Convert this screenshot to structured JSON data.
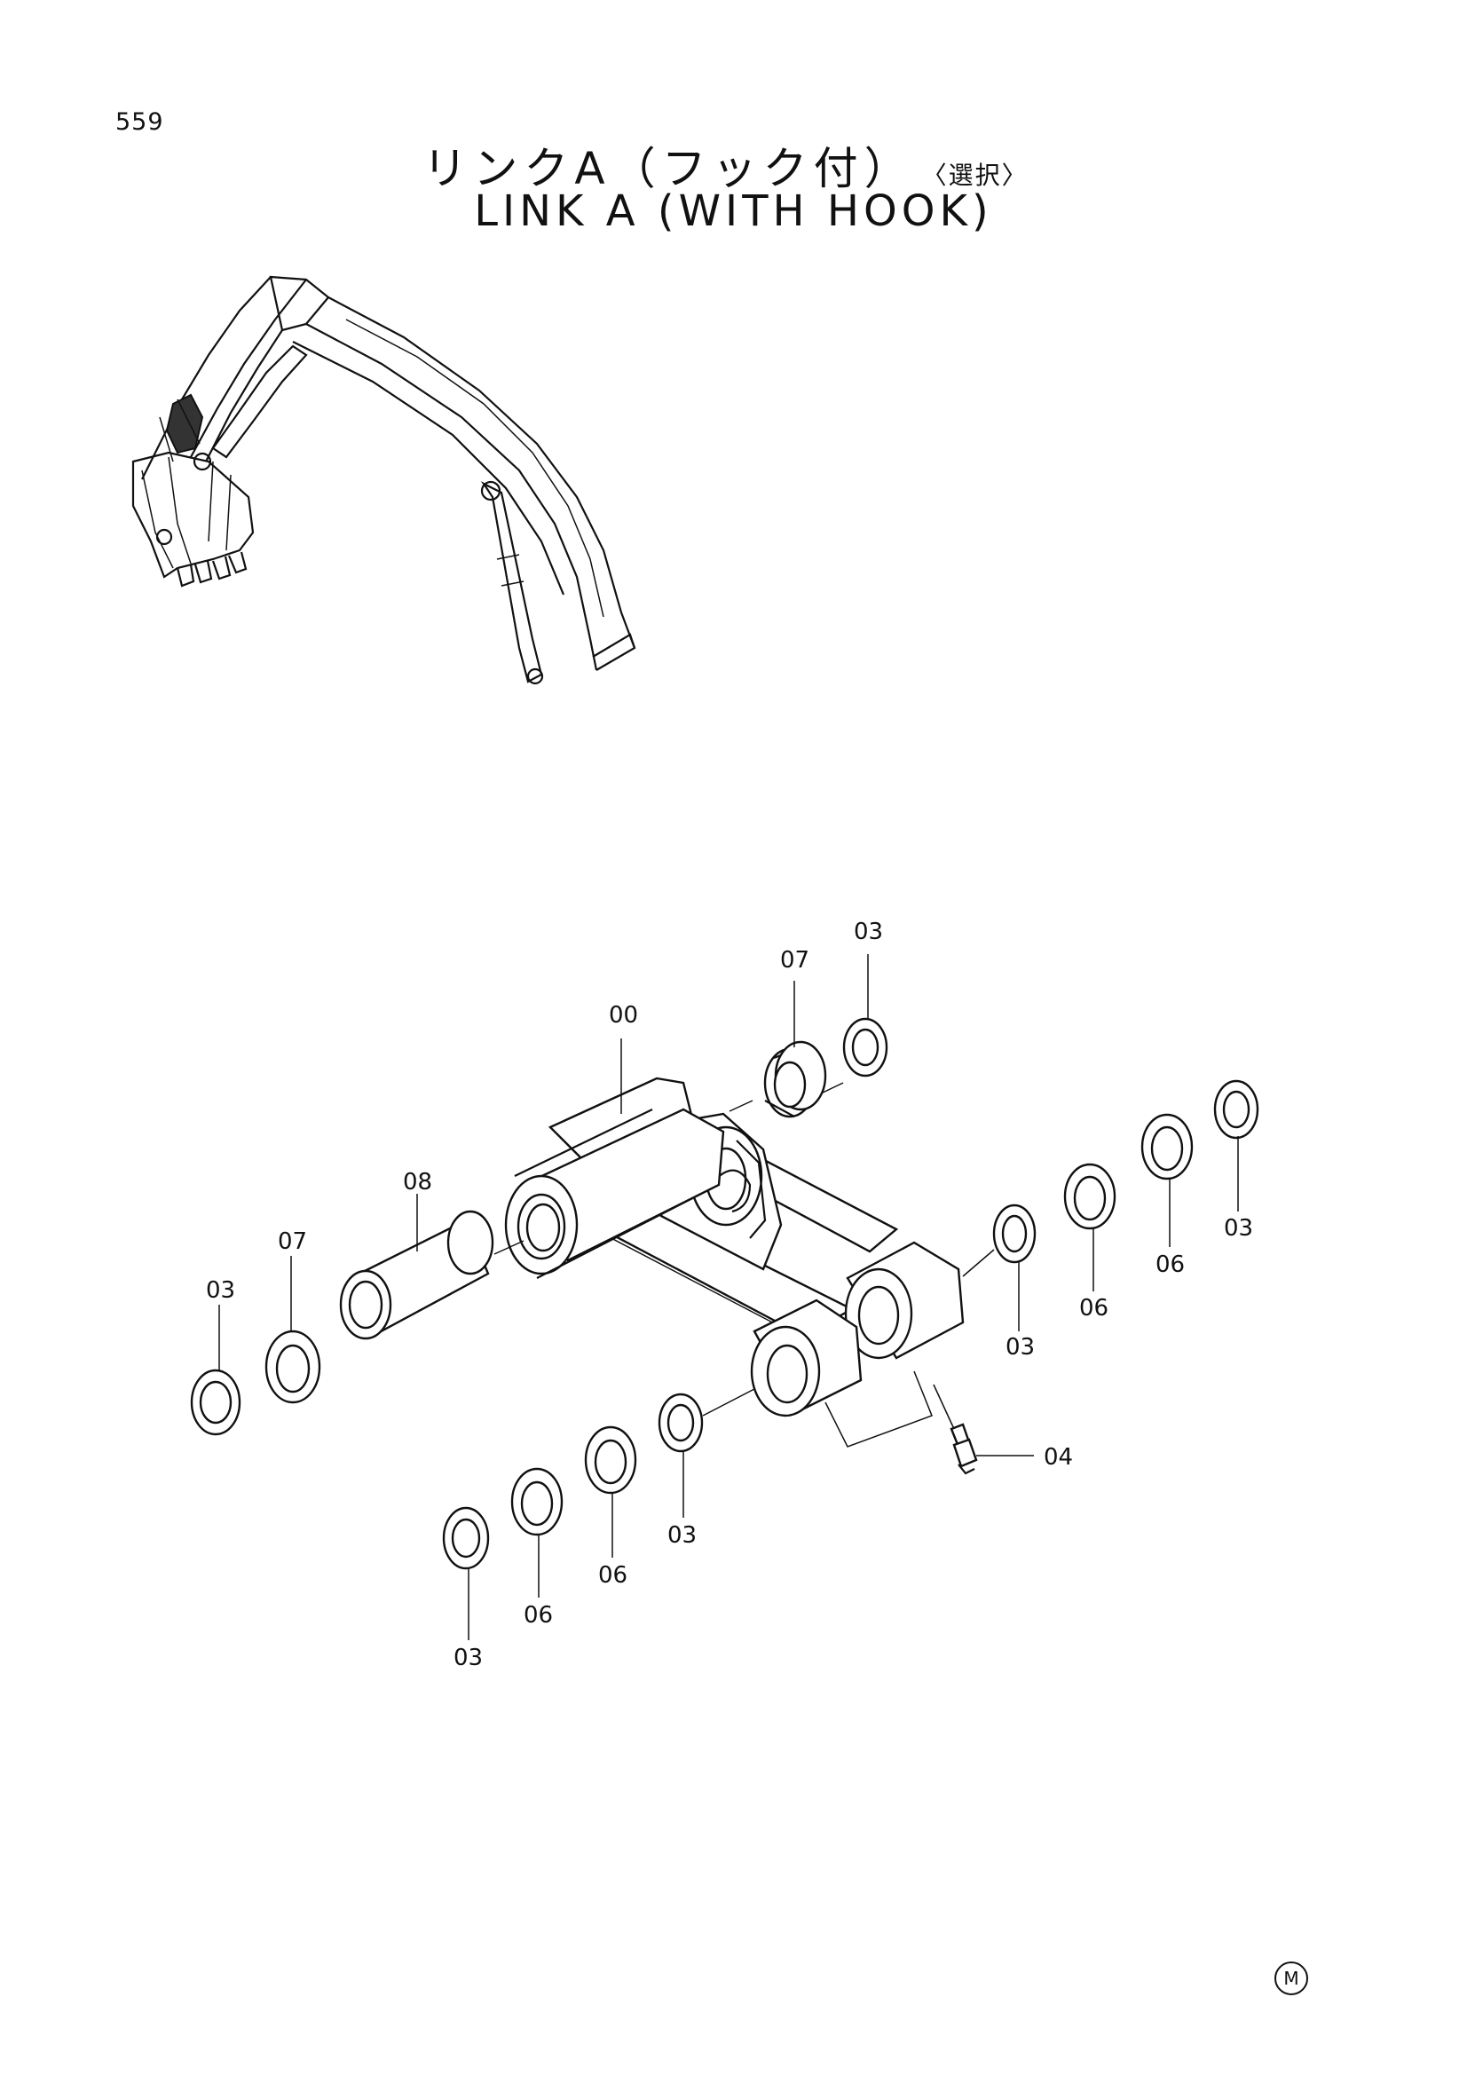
{
  "page_number": "559",
  "title_jp": "リンクA（フック付）",
  "title_jp_option": "〈選択〉",
  "title_en": "LINK A (WITH HOOK)",
  "callouts": {
    "c00": "00",
    "c03_top": "03",
    "c07_top": "07",
    "c03_right_top": "03",
    "c06_right_a": "06",
    "c06_right_b": "06",
    "c03_right_mid": "03",
    "c08": "08",
    "c07_left": "07",
    "c03_left": "03",
    "c04": "04",
    "c03_bottom_mid": "03",
    "c06_bottom_a": "06",
    "c06_bottom_b": "06",
    "c03_bottom": "03"
  },
  "corner_mark": "M",
  "icons": {
    "excavator_overview": "excavator-illustration",
    "corner_mark": "circled-m-icon"
  }
}
